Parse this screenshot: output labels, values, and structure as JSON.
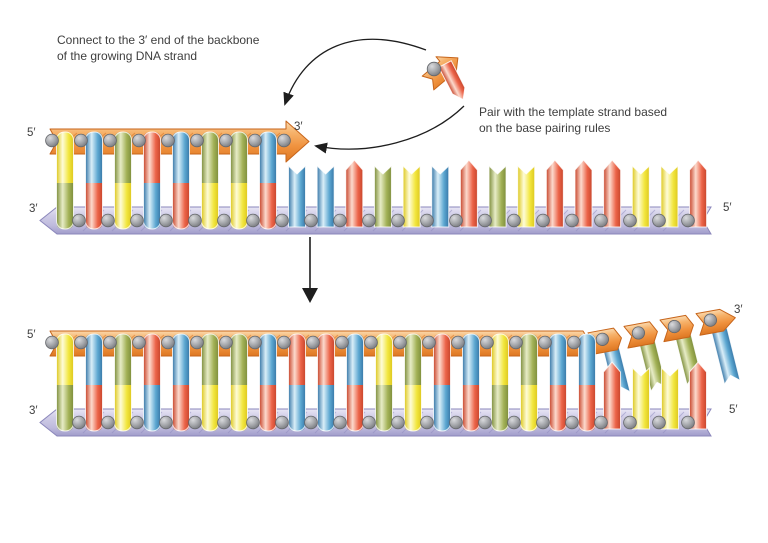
{
  "notes": {
    "connect": {
      "line1": "Connect to the 3′ end of the backbone",
      "line2": "of the growing DNA strand"
    },
    "pair": {
      "line1": "Pair with the template strand based",
      "line2": "on the base pairing rules"
    }
  },
  "strand_end_labels": {
    "top": {
      "new_start": "5′",
      "new_end": "3′",
      "template_start": "3′",
      "template_end": "5′"
    },
    "bottom": {
      "new_start": "5′",
      "new_end": "3′",
      "template_start": "3′",
      "template_end": "5′"
    }
  },
  "base_pairing_rules": {
    "red": "blue",
    "blue": "red",
    "yellow": "green",
    "green": "yellow"
  },
  "tip_shapes": {
    "red": "point",
    "blue": "notch",
    "green": "notch",
    "yellow": "notch"
  },
  "top_diagram": {
    "paired_count": 8,
    "new_strand_bases": [
      "yellow",
      "blue",
      "green",
      "red",
      "blue",
      "green",
      "green",
      "blue"
    ],
    "template_bases": [
      "green",
      "red",
      "yellow",
      "blue",
      "red",
      "yellow",
      "yellow",
      "red",
      "blue",
      "blue",
      "red",
      "green",
      "yellow",
      "blue",
      "red",
      "green",
      "yellow",
      "red",
      "red",
      "red",
      "yellow",
      "yellow",
      "red"
    ]
  },
  "bottom_diagram": {
    "paired_count": 19,
    "new_strand_bases": [
      "yellow",
      "blue",
      "green",
      "red",
      "blue",
      "green",
      "green",
      "blue",
      "red",
      "red",
      "blue",
      "yellow",
      "green",
      "red",
      "blue",
      "yellow",
      "green",
      "blue",
      "blue"
    ],
    "incoming_bases": [
      "blue",
      "green",
      "green",
      "blue"
    ],
    "template_bases": [
      "green",
      "red",
      "yellow",
      "blue",
      "red",
      "yellow",
      "yellow",
      "red",
      "blue",
      "blue",
      "red",
      "green",
      "yellow",
      "blue",
      "red",
      "green",
      "yellow",
      "red",
      "red",
      "red",
      "yellow",
      "yellow",
      "red"
    ]
  },
  "free_nucleotide": {
    "base": "red",
    "phosphate": "gray"
  },
  "palette": {
    "bases": {
      "red": {
        "dark": "#c8462c",
        "light": "#fcdacd",
        "main": "#ec6449"
      },
      "blue": {
        "dark": "#3878a8",
        "light": "#d9eef8",
        "main": "#5ca7d1"
      },
      "green": {
        "dark": "#7e8e3c",
        "light": "#e7ecc6",
        "main": "#a2b156"
      },
      "yellow": {
        "dark": "#ddc81f",
        "light": "#fefcd8",
        "main": "#f2e63e"
      }
    },
    "backbone_new": {
      "stops": [
        "#fbd9ad",
        "#f6b26b",
        "#f0923e",
        "#dd7722"
      ],
      "stroke": "#c7651b",
      "strut": "#ce6a1d"
    },
    "backbone_template": {
      "stops": [
        "#e8e6f5",
        "#d0cde7",
        "#bfbbdd",
        "#a09cca"
      ],
      "stroke": "#8b87bb",
      "strut": "#8e8abf"
    },
    "phosphate": {
      "stops": [
        "#d9dadd",
        "#a2a4a8",
        "#717378"
      ],
      "stroke": "#63656a"
    },
    "text": "#3e3e3e",
    "arrow": "#1e1e1e"
  }
}
